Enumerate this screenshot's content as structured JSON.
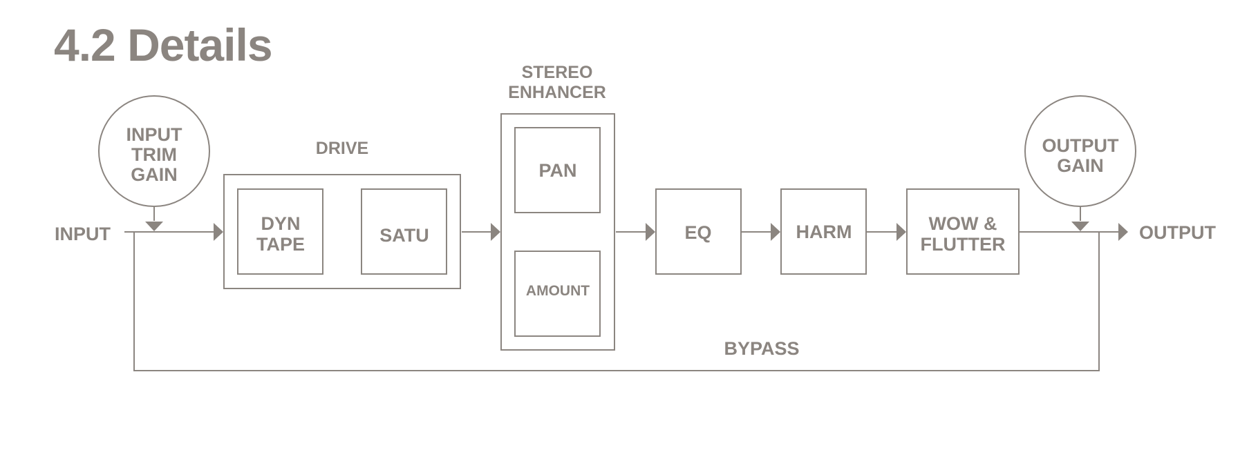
{
  "page": {
    "title": "4.2 Details"
  },
  "diagram": {
    "input_label": "INPUT",
    "output_label": "OUTPUT",
    "bypass_label": "BYPASS",
    "input_trim_gain": [
      "INPUT",
      "TRIM",
      "GAIN"
    ],
    "output_gain": [
      "OUTPUT",
      "GAIN"
    ],
    "drive": {
      "label": "DRIVE",
      "dyn_tape": [
        "DYN",
        "TAPE"
      ],
      "satu": "SATU"
    },
    "stereo_enhancer": {
      "label": [
        "STEREO",
        "ENHANCER"
      ],
      "pan": "PAN",
      "amount": "AMOUNT"
    },
    "eq": "EQ",
    "harm": "HARM",
    "wow_flutter": [
      "WOW &",
      "FLUTTER"
    ]
  },
  "colors": {
    "ink": "#8b8580",
    "background": "#ffffff"
  }
}
